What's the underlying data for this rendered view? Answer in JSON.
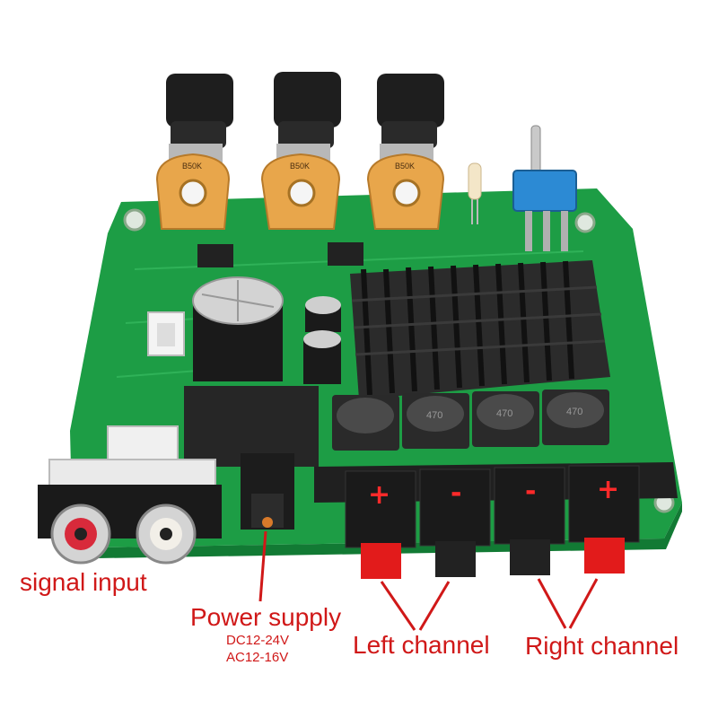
{
  "labels": {
    "signal_input": "signal input",
    "power_supply": "Power supply",
    "power_dc": "DC12-24V",
    "power_ac": "AC12-16V",
    "left_channel": "Left channel",
    "right_channel": "Right channel"
  },
  "terminals": [
    "+",
    "-",
    "-",
    "+"
  ],
  "pot_markings": [
    "B50K",
    "B50K",
    "B50K"
  ],
  "inductor_markings": [
    "470",
    "470",
    "470"
  ],
  "colors": {
    "pcb": "#1fa348",
    "pcb_dark": "#127a34",
    "label_red": "#d01818",
    "terminal_red": "#e21b1b",
    "knob_black": "#1e1e1e",
    "pot_orange": "#e8a64b",
    "heatsink": "#222222"
  }
}
